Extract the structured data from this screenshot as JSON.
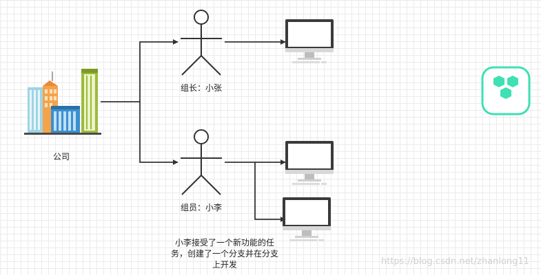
{
  "nodes": {
    "company": {
      "label": "公司"
    },
    "leader": {
      "label": "组长：小张"
    },
    "member": {
      "label": "组员：小李"
    }
  },
  "note": {
    "text": "小李接受了一个新功能的任务，创建了一个分支并在分支上开发"
  },
  "watermark": {
    "text": "https://blog.csdn.net/zhanlong11"
  },
  "colors": {
    "line": "#333333",
    "logo_accent": "#3ee0b4",
    "screen": "#333333"
  },
  "icons": {
    "company": "office-buildings-icon",
    "person": "stick-figure-icon",
    "computer": "desktop-monitor-icon",
    "logo": "hexagon-cluster-icon"
  }
}
